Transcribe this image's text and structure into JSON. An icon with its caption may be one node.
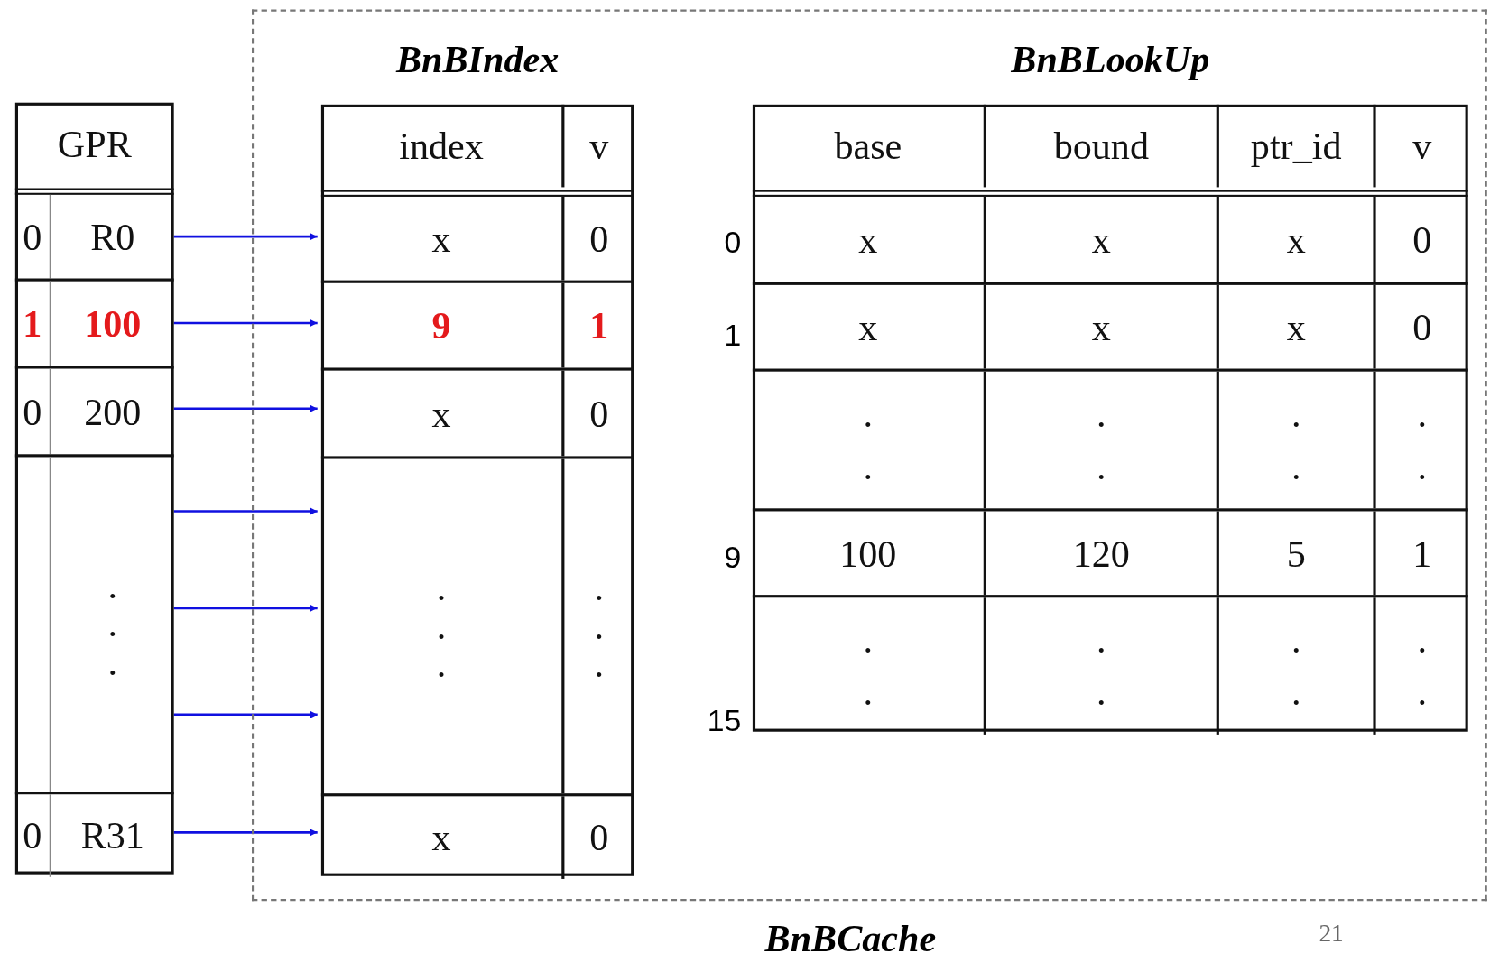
{
  "diagram": {
    "nodes": [
      {
        "text": [
          "BnBCache"
        ]
      },
      {
        "text": [
          "GPR"
        ]
      },
      {
        "text": [
          "0",
          "R0"
        ],
        "in": 1
      },
      {
        "text": [
          "1",
          "100"
        ],
        "in": 1
      },
      {
        "text": [
          "0",
          "200"
        ],
        "in": 1
      },
      {
        "text": [
          ". . ."
        ],
        "in": 1
      },
      {
        "text": [
          "0",
          "R31"
        ],
        "in": 1
      },
      {
        "text": [
          "BnBIndex",
          "index",
          "v"
        ],
        "in": 0
      },
      {
        "text": [
          "x",
          "0"
        ],
        "in": 7
      },
      {
        "text": [
          "9",
          "1"
        ],
        "in": 7
      },
      {
        "text": [
          "x",
          "0"
        ],
        "in": 7
      },
      {
        "text": [
          ". . .",
          ". . ."
        ],
        "in": 7
      },
      {
        "text": [
          "x",
          "0"
        ],
        "in": 7
      },
      {
        "text": [
          "BnBLookUp",
          "base",
          "bound",
          "ptr_id",
          "v"
        ],
        "in": 0
      },
      {
        "text": [
          "x",
          "x",
          "x",
          "0"
        ],
        "in": 13,
        "beside": [
          "0"
        ]
      },
      {
        "text": [
          "x",
          "x",
          "x",
          "0"
        ],
        "in": 13,
        "beside": [
          "1"
        ]
      },
      {
        "text": [
          ". .",
          ". .",
          ". .",
          ". ."
        ],
        "in": 13
      },
      {
        "text": [
          "100",
          "120",
          "5",
          "1"
        ],
        "in": 13,
        "beside": [
          "9"
        ]
      },
      {
        "text": [
          ". .",
          ". .",
          ". .",
          ". ."
        ],
        "in": 13,
        "beside": [
          "15"
        ]
      }
    ],
    "edges": [
      {
        "from": 2,
        "to": 8,
        "arrow": "to"
      },
      {
        "from": 3,
        "to": 9,
        "arrow": "to"
      },
      {
        "from": 4,
        "to": 10,
        "arrow": "to"
      },
      {
        "from": 5,
        "to": 11,
        "arrow": "to"
      },
      {
        "from": 5,
        "to": 11,
        "arrow": "to"
      },
      {
        "from": 5,
        "to": 11,
        "arrow": "to"
      },
      {
        "from": 6,
        "to": 12,
        "arrow": "to"
      }
    ],
    "labels": [
      "21"
    ]
  }
}
